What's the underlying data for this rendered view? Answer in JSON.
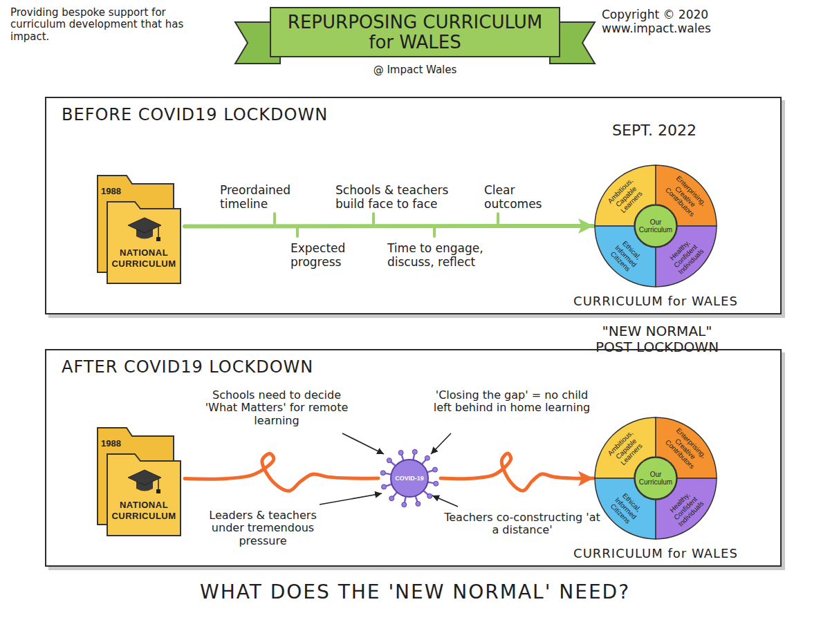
{
  "diagram": {
    "title": "REPURPOSING CURRICULUM for WALES",
    "caption": "WHAT DOES THE 'NEW NORMAL' NEED?",
    "nodes": [
      {
        "text": [
          "BEFORE COVID19 LOCKDOWN"
        ]
      },
      {
        "text": [
          "1988",
          "NATIONAL CURRICULUM"
        ],
        "in": 0
      },
      {
        "text": [
          "CURRICULUM for WALES"
        ],
        "in": 0
      },
      {
        "text": [
          "Ambitious, Capable Learners"
        ],
        "in": 2
      },
      {
        "text": [
          "Enterprising, Creative Contributors"
        ],
        "in": 2
      },
      {
        "text": [
          "Our Curriculum"
        ],
        "in": 2
      },
      {
        "text": [
          "Ethical, Informed Citizens"
        ],
        "in": 2
      },
      {
        "text": [
          "Healthy, Confident Individuals"
        ],
        "in": 2
      },
      {
        "text": [
          "AFTER COVID19 LOCKDOWN"
        ]
      },
      {
        "text": [
          "1988",
          "NATIONAL CURRICULUM"
        ],
        "in": 8
      },
      {
        "text": [
          "COVID-19"
        ],
        "in": 8
      },
      {
        "text": [
          "CURRICULUM for WALES"
        ],
        "in": 8
      },
      {
        "text": [
          "Ambitious, Capable Learners"
        ],
        "in": 11
      },
      {
        "text": [
          "Enterprising, Creative Contributors"
        ],
        "in": 11
      },
      {
        "text": [
          "Our Curriculum"
        ],
        "in": 11
      },
      {
        "text": [
          "Ethical, Informed Citizens"
        ],
        "in": 11
      },
      {
        "text": [
          "Healthy, Confident Individuals"
        ],
        "in": 11
      }
    ],
    "edges": [
      {
        "from": 1,
        "to": 2,
        "arrow": "to"
      },
      {
        "from": 9,
        "to": 10,
        "arrow": "none"
      },
      {
        "from": 10,
        "to": 11,
        "arrow": "to"
      }
    ],
    "labels": [
      "Providing bespoke support for curriculum development that has impact.",
      "@ Impact Wales",
      "Copyright © 2020 www.impact.wales",
      "SEPT. 2022",
      "Preordained timeline",
      "Expected progress",
      "Schools & teachers build face to face",
      "Time to engage, discuss, reflect",
      "Clear outcomes",
      "\"NEW NORMAL\" POST LOCKDOWN",
      "Schools need to decide 'What Matters' for remote learning",
      "'Closing the gap' = no child left behind in home learning",
      "Leaders & teachers under tremendous pressure",
      "Teachers co-constructing 'at a distance'"
    ]
  }
}
